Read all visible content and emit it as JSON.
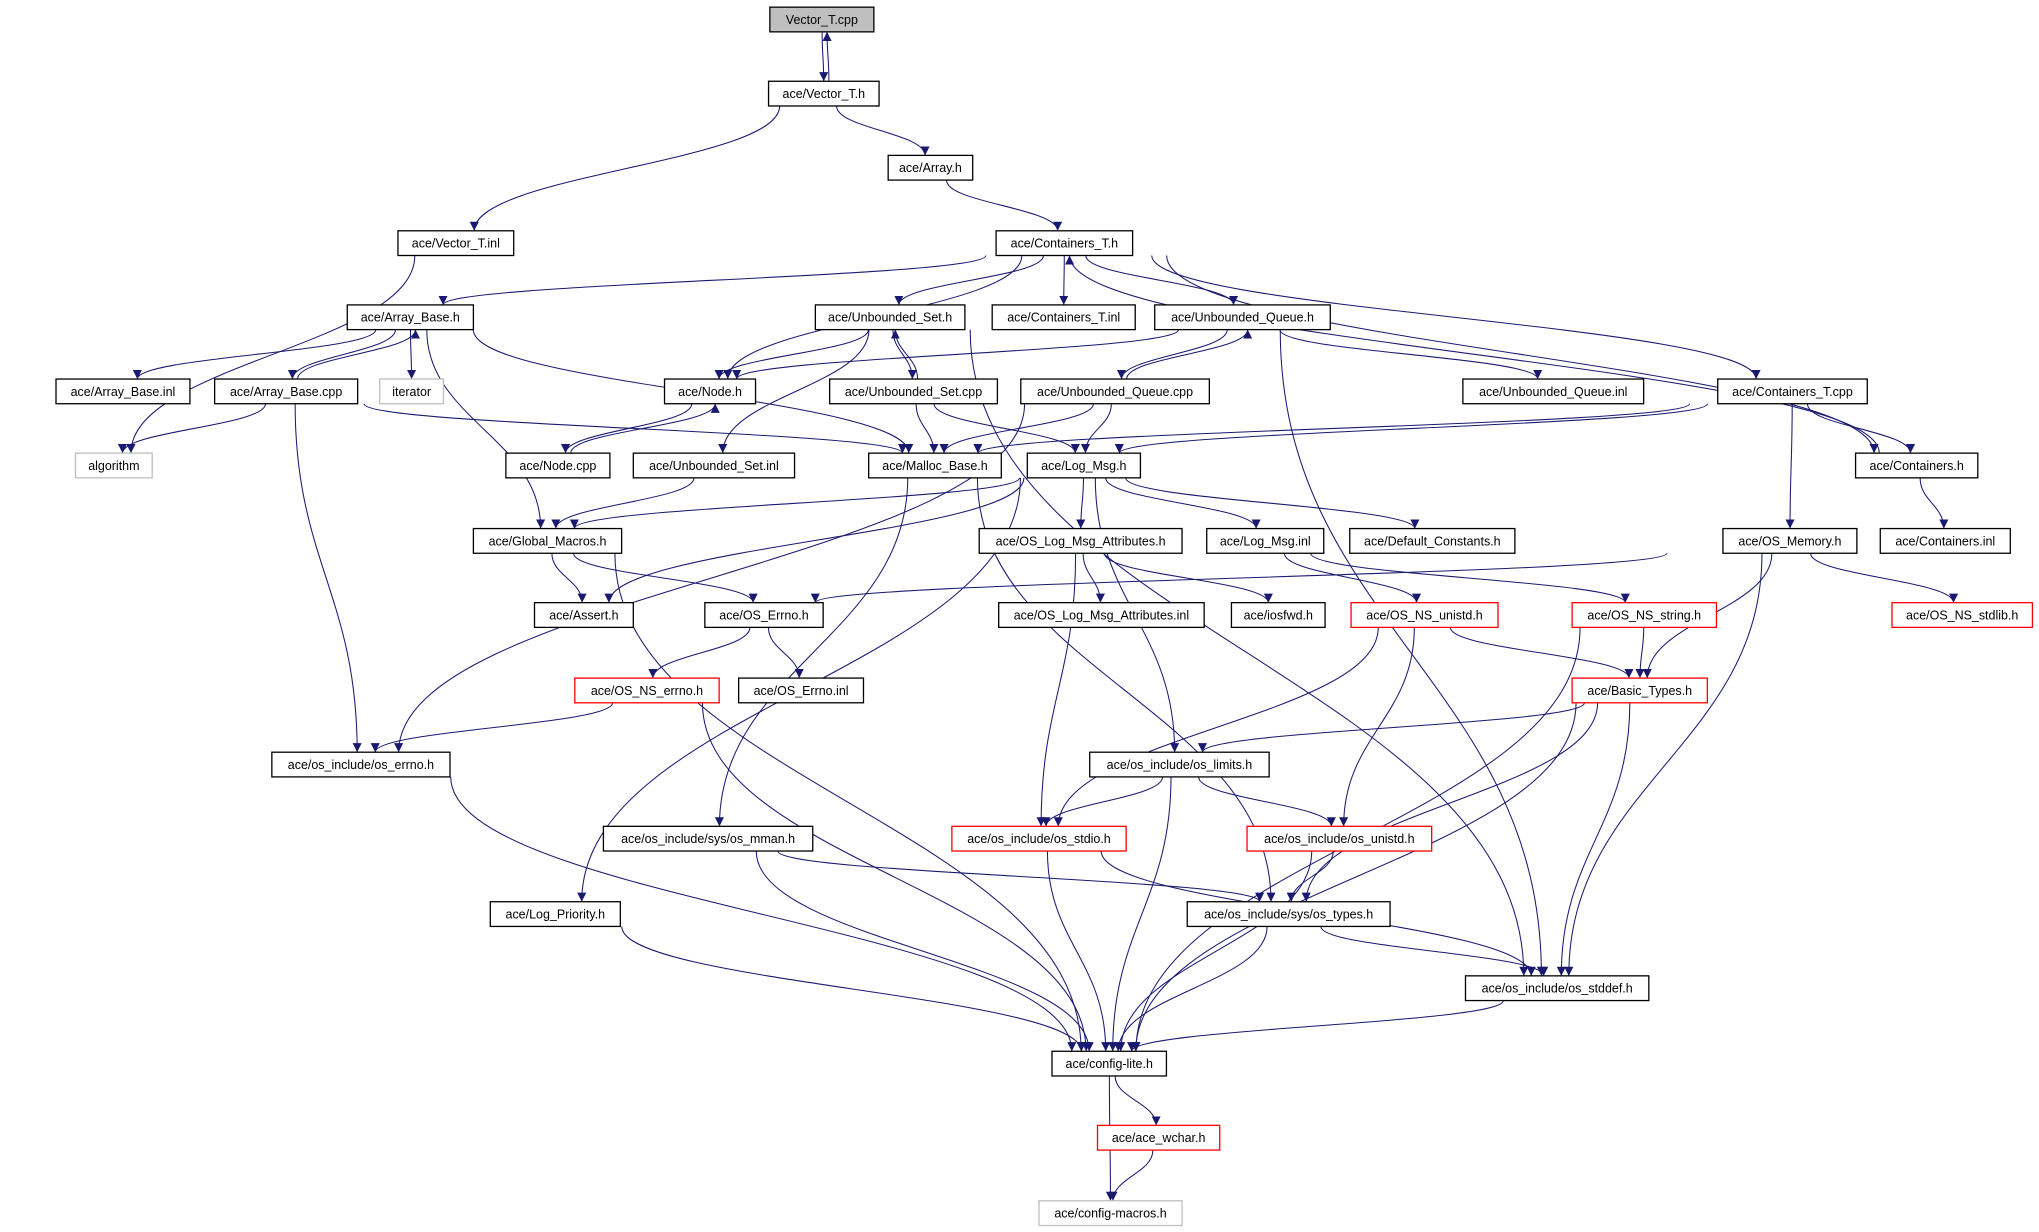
{
  "graph": {
    "colors": {
      "edge": "#191970",
      "normal_border": "#000000",
      "missing_border": "#bfbfbf",
      "error_border": "#ff0000",
      "root_fill": "#bfbfbf"
    },
    "nodes": [
      {
        "id": "vector_t_cpp",
        "label": "Vector_T.cpp",
        "kind": "root"
      },
      {
        "id": "vector_t_h",
        "label": "ace/Vector_T.h",
        "kind": "normal"
      },
      {
        "id": "array_h",
        "label": "ace/Array.h",
        "kind": "normal"
      },
      {
        "id": "vector_t_inl",
        "label": "ace/Vector_T.inl",
        "kind": "normal"
      },
      {
        "id": "containers_t_h",
        "label": "ace/Containers_T.h",
        "kind": "normal"
      },
      {
        "id": "array_base_h",
        "label": "ace/Array_Base.h",
        "kind": "normal"
      },
      {
        "id": "unbounded_set_h",
        "label": "ace/Unbounded_Set.h",
        "kind": "normal"
      },
      {
        "id": "containers_t_inl",
        "label": "ace/Containers_T.inl",
        "kind": "normal"
      },
      {
        "id": "unbounded_queue_h",
        "label": "ace/Unbounded_Queue.h",
        "kind": "normal"
      },
      {
        "id": "array_base_inl",
        "label": "ace/Array_Base.inl",
        "kind": "normal"
      },
      {
        "id": "array_base_cpp",
        "label": "ace/Array_Base.cpp",
        "kind": "normal"
      },
      {
        "id": "iterator",
        "label": "iterator",
        "kind": "missing"
      },
      {
        "id": "node_h",
        "label": "ace/Node.h",
        "kind": "normal"
      },
      {
        "id": "unbounded_set_cpp",
        "label": "ace/Unbounded_Set.cpp",
        "kind": "normal"
      },
      {
        "id": "unbounded_queue_cpp",
        "label": "ace/Unbounded_Queue.cpp",
        "kind": "normal"
      },
      {
        "id": "unbounded_queue_inl",
        "label": "ace/Unbounded_Queue.inl",
        "kind": "normal"
      },
      {
        "id": "containers_t_cpp",
        "label": "ace/Containers_T.cpp",
        "kind": "normal"
      },
      {
        "id": "algorithm",
        "label": "algorithm",
        "kind": "missing"
      },
      {
        "id": "node_cpp",
        "label": "ace/Node.cpp",
        "kind": "normal"
      },
      {
        "id": "unbounded_set_inl",
        "label": "ace/Unbounded_Set.inl",
        "kind": "normal"
      },
      {
        "id": "malloc_base_h",
        "label": "ace/Malloc_Base.h",
        "kind": "normal"
      },
      {
        "id": "log_msg_h",
        "label": "ace/Log_Msg.h",
        "kind": "normal"
      },
      {
        "id": "containers_h",
        "label": "ace/Containers.h",
        "kind": "normal"
      },
      {
        "id": "global_macros_h",
        "label": "ace/Global_Macros.h",
        "kind": "normal"
      },
      {
        "id": "os_log_msg_attributes_h",
        "label": "ace/OS_Log_Msg_Attributes.h",
        "kind": "normal"
      },
      {
        "id": "log_msg_inl",
        "label": "ace/Log_Msg.inl",
        "kind": "normal"
      },
      {
        "id": "default_constants_h",
        "label": "ace/Default_Constants.h",
        "kind": "normal"
      },
      {
        "id": "os_memory_h",
        "label": "ace/OS_Memory.h",
        "kind": "normal"
      },
      {
        "id": "containers_inl",
        "label": "ace/Containers.inl",
        "kind": "normal"
      },
      {
        "id": "assert_h",
        "label": "ace/Assert.h",
        "kind": "normal"
      },
      {
        "id": "os_errno_h",
        "label": "ace/OS_Errno.h",
        "kind": "normal"
      },
      {
        "id": "os_log_msg_attributes_inl",
        "label": "ace/OS_Log_Msg_Attributes.inl",
        "kind": "normal"
      },
      {
        "id": "iosfwd_h",
        "label": "ace/iosfwd.h",
        "kind": "normal"
      },
      {
        "id": "os_ns_unistd_h",
        "label": "ace/OS_NS_unistd.h",
        "kind": "error"
      },
      {
        "id": "os_ns_string_h",
        "label": "ace/OS_NS_string.h",
        "kind": "error"
      },
      {
        "id": "os_ns_stdlib_h",
        "label": "ace/OS_NS_stdlib.h",
        "kind": "error"
      },
      {
        "id": "os_ns_errno_h",
        "label": "ace/OS_NS_errno.h",
        "kind": "error"
      },
      {
        "id": "os_errno_inl",
        "label": "ace/OS_Errno.inl",
        "kind": "normal"
      },
      {
        "id": "basic_types_h",
        "label": "ace/Basic_Types.h",
        "kind": "error"
      },
      {
        "id": "os_include_os_errno_h",
        "label": "ace/os_include/os_errno.h",
        "kind": "normal"
      },
      {
        "id": "os_include_os_limits_h",
        "label": "ace/os_include/os_limits.h",
        "kind": "normal"
      },
      {
        "id": "os_include_sys_os_mman_h",
        "label": "ace/os_include/sys/os_mman.h",
        "kind": "normal"
      },
      {
        "id": "os_include_os_stdio_h",
        "label": "ace/os_include/os_stdio.h",
        "kind": "error"
      },
      {
        "id": "os_include_os_unistd_h",
        "label": "ace/os_include/os_unistd.h",
        "kind": "error"
      },
      {
        "id": "log_priority_h",
        "label": "ace/Log_Priority.h",
        "kind": "normal"
      },
      {
        "id": "os_include_sys_os_types_h",
        "label": "ace/os_include/sys/os_types.h",
        "kind": "normal"
      },
      {
        "id": "os_include_os_stddef_h",
        "label": "ace/os_include/os_stddef.h",
        "kind": "normal"
      },
      {
        "id": "config_lite_h",
        "label": "ace/config-lite.h",
        "kind": "normal"
      },
      {
        "id": "ace_wchar_h",
        "label": "ace/ace_wchar.h",
        "kind": "error"
      },
      {
        "id": "config_macros_h",
        "label": "ace/config-macros.h",
        "kind": "missing"
      }
    ],
    "edges": [
      [
        "vector_t_cpp",
        "vector_t_h"
      ],
      [
        "vector_t_h",
        "vector_t_cpp"
      ],
      [
        "vector_t_h",
        "vector_t_inl"
      ],
      [
        "vector_t_h",
        "array_h"
      ],
      [
        "array_h",
        "containers_t_h"
      ],
      [
        "vector_t_inl",
        "algorithm"
      ],
      [
        "containers_t_h",
        "array_base_h"
      ],
      [
        "containers_t_h",
        "node_h"
      ],
      [
        "containers_t_h",
        "unbounded_set_h"
      ],
      [
        "containers_t_h",
        "containers_t_inl"
      ],
      [
        "containers_t_h",
        "unbounded_queue_h"
      ],
      [
        "containers_t_h",
        "containers_t_cpp"
      ],
      [
        "containers_t_h",
        "containers_h"
      ],
      [
        "containers_h",
        "containers_t_h"
      ],
      [
        "array_base_h",
        "array_base_inl"
      ],
      [
        "array_base_h",
        "array_base_cpp"
      ],
      [
        "array_base_h",
        "iterator"
      ],
      [
        "array_base_h",
        "global_macros_h"
      ],
      [
        "array_base_h",
        "malloc_base_h"
      ],
      [
        "array_base_cpp",
        "array_base_h"
      ],
      [
        "array_base_cpp",
        "algorithm"
      ],
      [
        "array_base_cpp",
        "malloc_base_h"
      ],
      [
        "array_base_cpp",
        "os_include_os_errno_h"
      ],
      [
        "unbounded_set_h",
        "node_h"
      ],
      [
        "unbounded_set_h",
        "unbounded_set_cpp"
      ],
      [
        "unbounded_set_h",
        "unbounded_set_inl"
      ],
      [
        "unbounded_set_h",
        "os_include_os_stddef_h"
      ],
      [
        "unbounded_set_cpp",
        "unbounded_set_h"
      ],
      [
        "unbounded_set_cpp",
        "malloc_base_h"
      ],
      [
        "unbounded_set_cpp",
        "log_msg_h"
      ],
      [
        "unbounded_queue_h",
        "node_h"
      ],
      [
        "unbounded_queue_h",
        "unbounded_queue_cpp"
      ],
      [
        "unbounded_queue_h",
        "unbounded_queue_inl"
      ],
      [
        "unbounded_queue_h",
        "os_include_os_stddef_h"
      ],
      [
        "unbounded_queue_cpp",
        "unbounded_queue_h"
      ],
      [
        "unbounded_queue_cpp",
        "malloc_base_h"
      ],
      [
        "unbounded_queue_cpp",
        "log_msg_h"
      ],
      [
        "unbounded_queue_cpp",
        "os_include_os_errno_h"
      ],
      [
        "node_h",
        "node_cpp"
      ],
      [
        "node_cpp",
        "node_h"
      ],
      [
        "containers_t_cpp",
        "malloc_base_h"
      ],
      [
        "containers_t_cpp",
        "log_msg_h"
      ],
      [
        "containers_t_cpp",
        "containers_h"
      ],
      [
        "containers_t_cpp",
        "os_memory_h"
      ],
      [
        "containers_h",
        "containers_inl"
      ],
      [
        "unbounded_set_inl",
        "global_macros_h"
      ],
      [
        "malloc_base_h",
        "os_include_sys_os_mman_h"
      ],
      [
        "malloc_base_h",
        "os_include_sys_os_types_h"
      ],
      [
        "log_msg_h",
        "global_macros_h"
      ],
      [
        "log_msg_h",
        "assert_h"
      ],
      [
        "log_msg_h",
        "os_log_msg_attributes_h"
      ],
      [
        "log_msg_h",
        "log_msg_inl"
      ],
      [
        "log_msg_h",
        "default_constants_h"
      ],
      [
        "log_msg_h",
        "log_priority_h"
      ],
      [
        "log_msg_h",
        "os_include_os_limits_h"
      ],
      [
        "global_macros_h",
        "assert_h"
      ],
      [
        "global_macros_h",
        "os_errno_h"
      ],
      [
        "global_macros_h",
        "config_lite_h"
      ],
      [
        "os_log_msg_attributes_h",
        "os_log_msg_attributes_inl"
      ],
      [
        "os_log_msg_attributes_h",
        "iosfwd_h"
      ],
      [
        "os_log_msg_attributes_h",
        "os_include_os_stdio_h"
      ],
      [
        "log_msg_inl",
        "os_ns_unistd_h"
      ],
      [
        "log_msg_inl",
        "os_ns_string_h"
      ],
      [
        "os_memory_h",
        "os_errno_h"
      ],
      [
        "os_memory_h",
        "basic_types_h"
      ],
      [
        "os_memory_h",
        "os_include_os_stddef_h"
      ],
      [
        "os_memory_h",
        "os_ns_stdlib_h"
      ],
      [
        "os_errno_h",
        "os_ns_errno_h"
      ],
      [
        "os_errno_h",
        "os_errno_inl"
      ],
      [
        "os_ns_unistd_h",
        "basic_types_h"
      ],
      [
        "os_ns_unistd_h",
        "os_include_os_stdio_h"
      ],
      [
        "os_ns_unistd_h",
        "os_include_os_unistd_h"
      ],
      [
        "os_ns_string_h",
        "basic_types_h"
      ],
      [
        "os_ns_string_h",
        "config_lite_h"
      ],
      [
        "os_ns_errno_h",
        "os_include_os_errno_h"
      ],
      [
        "os_ns_errno_h",
        "config_lite_h"
      ],
      [
        "basic_types_h",
        "os_include_os_limits_h"
      ],
      [
        "basic_types_h",
        "os_include_sys_os_types_h"
      ],
      [
        "basic_types_h",
        "os_include_os_stddef_h"
      ],
      [
        "basic_types_h",
        "config_lite_h"
      ],
      [
        "os_include_os_errno_h",
        "config_lite_h"
      ],
      [
        "os_include_os_limits_h",
        "os_include_os_stdio_h"
      ],
      [
        "os_include_os_limits_h",
        "os_include_os_unistd_h"
      ],
      [
        "os_include_os_limits_h",
        "config_lite_h"
      ],
      [
        "os_include_sys_os_mman_h",
        "os_include_sys_os_types_h"
      ],
      [
        "os_include_sys_os_mman_h",
        "config_lite_h"
      ],
      [
        "os_include_os_stdio_h",
        "config_lite_h"
      ],
      [
        "os_include_os_stdio_h",
        "os_include_os_stddef_h"
      ],
      [
        "os_include_os_unistd_h",
        "os_include_sys_os_types_h"
      ],
      [
        "os_include_os_unistd_h",
        "config_lite_h"
      ],
      [
        "log_priority_h",
        "config_lite_h"
      ],
      [
        "os_include_sys_os_types_h",
        "os_include_os_stddef_h"
      ],
      [
        "os_include_sys_os_types_h",
        "config_lite_h"
      ],
      [
        "os_include_os_stddef_h",
        "config_lite_h"
      ],
      [
        "config_lite_h",
        "ace_wchar_h"
      ],
      [
        "config_lite_h",
        "config_macros_h"
      ],
      [
        "ace_wchar_h",
        "config_macros_h"
      ]
    ]
  }
}
